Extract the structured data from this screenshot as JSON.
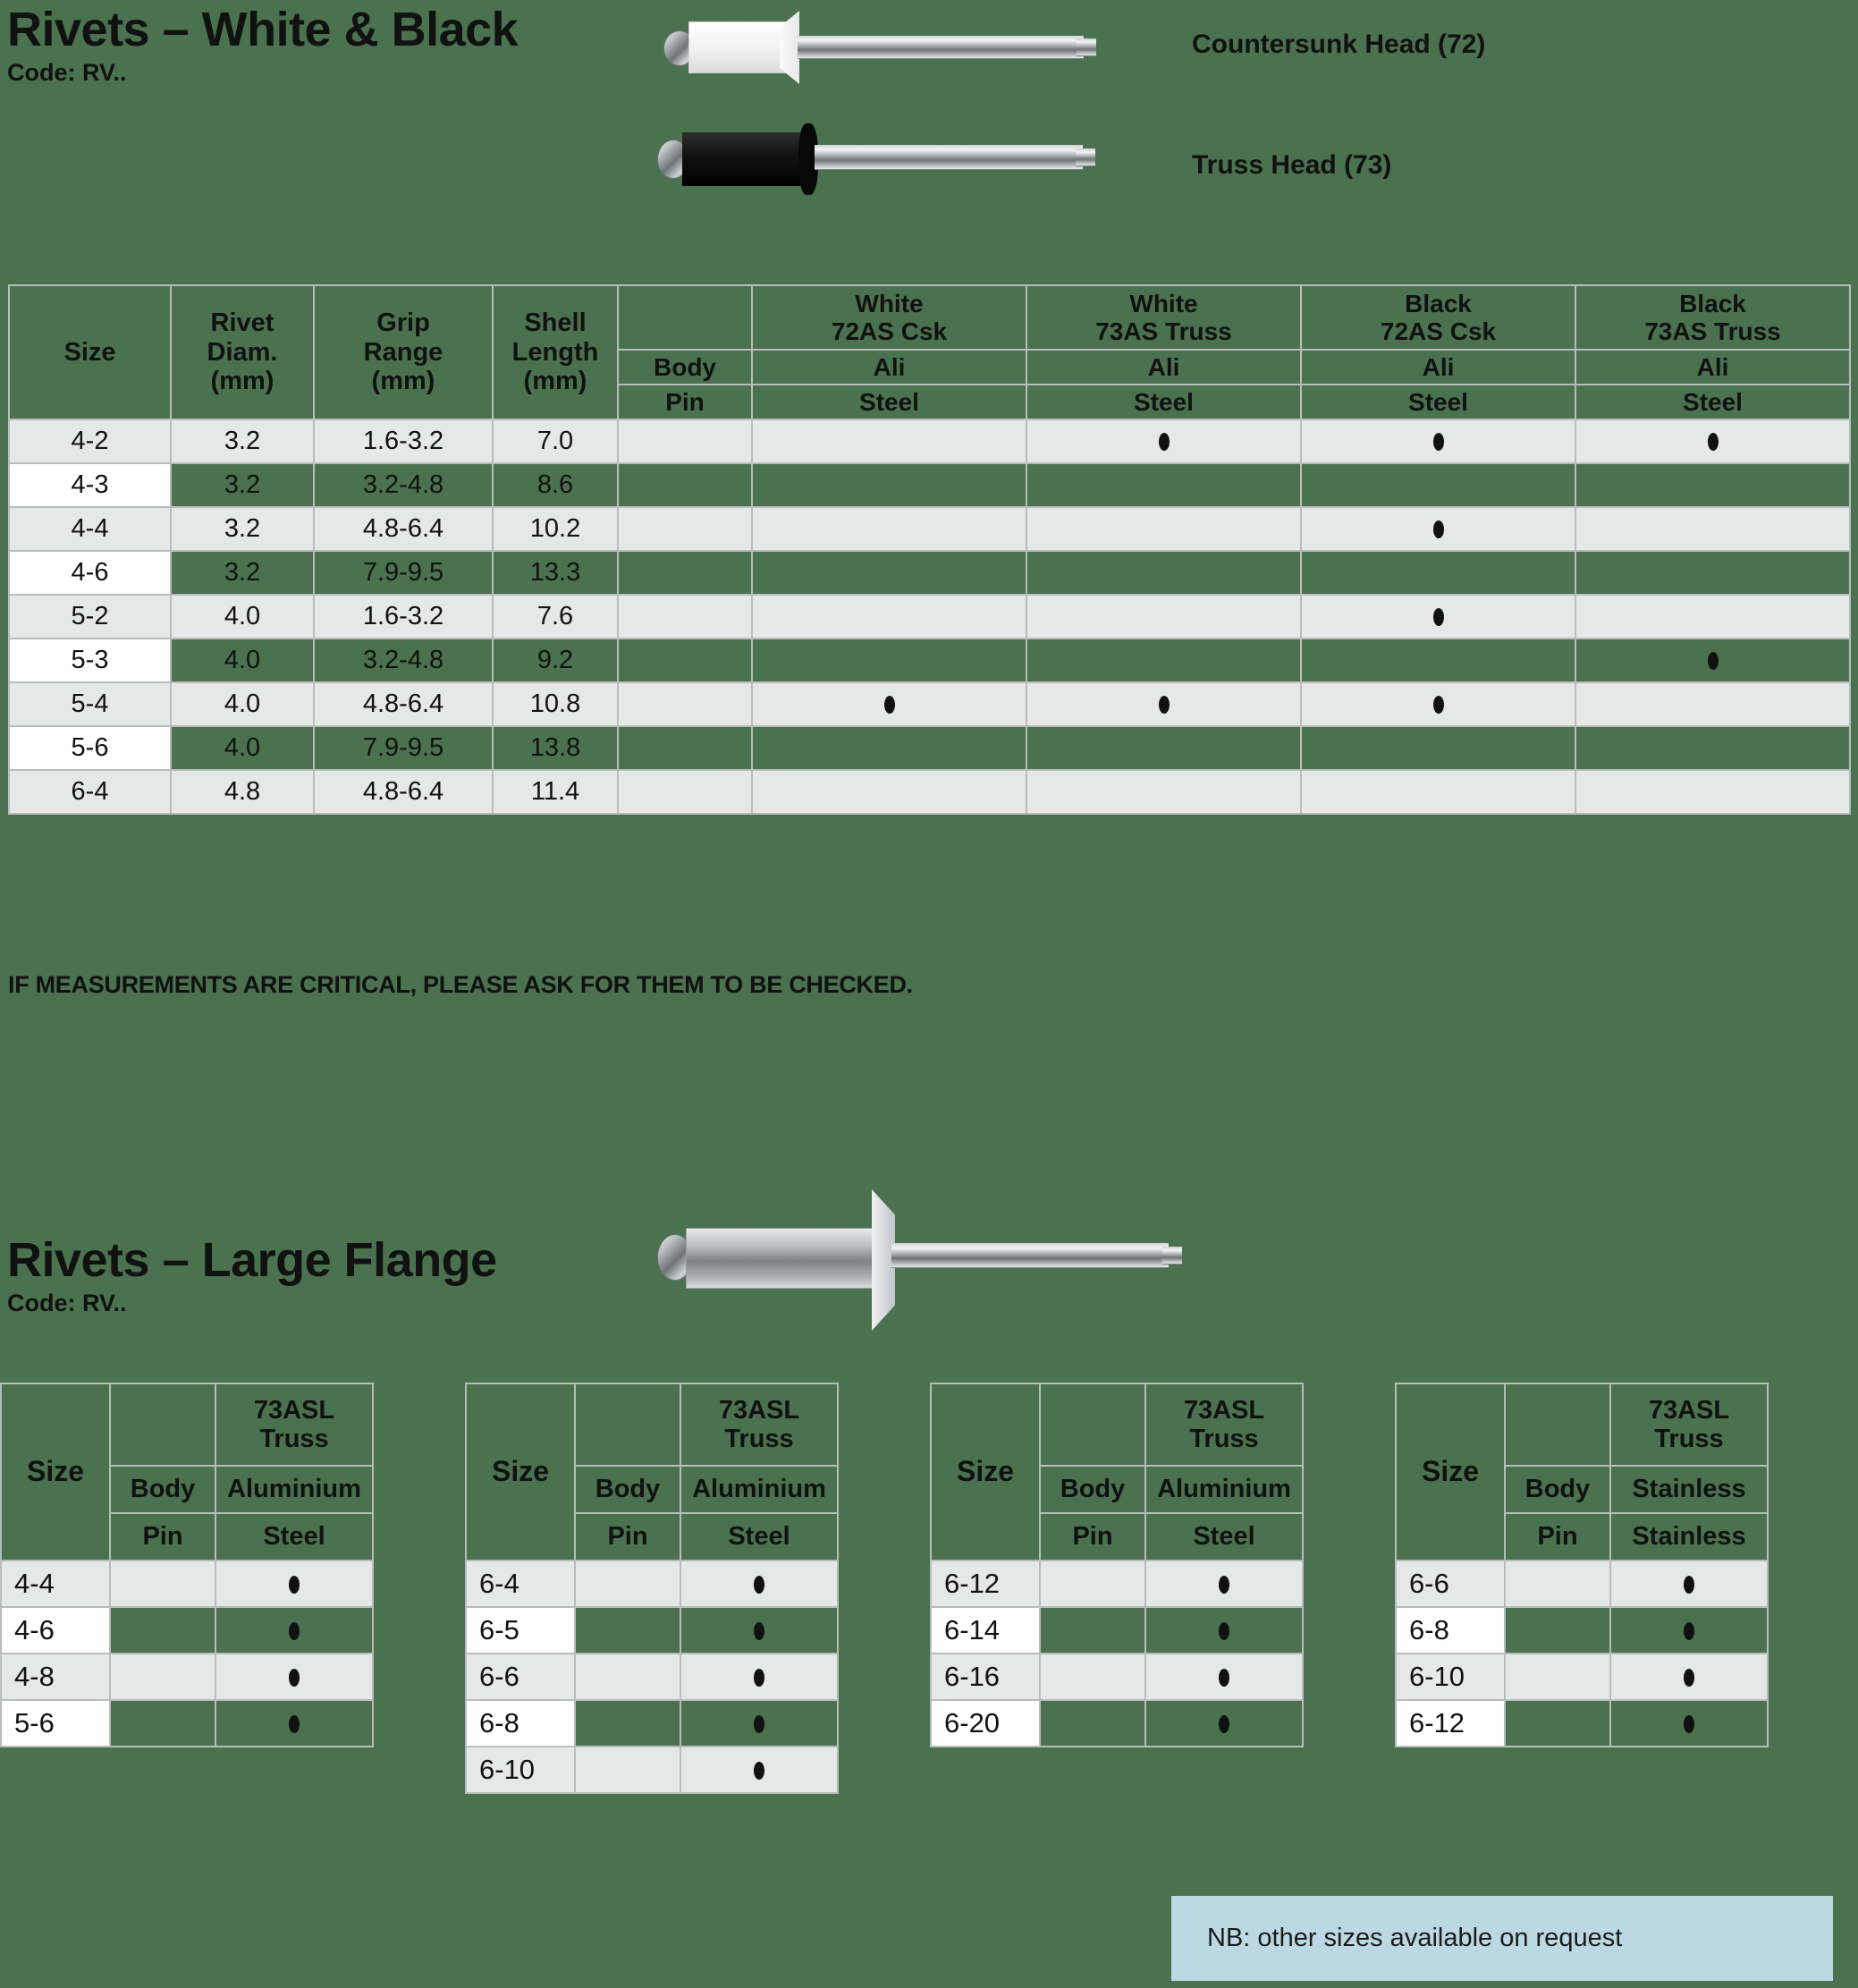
{
  "section1": {
    "title": "Rivets – White & Black",
    "code": "Code: RV..",
    "images": [
      {
        "name": "countersunk-head-rivet",
        "label": "Countersunk Head (72)"
      },
      {
        "name": "truss-head-rivet",
        "label": "Truss Head (73)"
      }
    ],
    "table": {
      "headers": {
        "size": "Size",
        "rivet_diam": "Rivet\nDiam.\n(mm)",
        "rivet_diam_lines": [
          "Rivet",
          "Diam.",
          "(mm)"
        ],
        "grip_range_lines": [
          "Grip",
          "Range",
          "(mm)"
        ],
        "shell_length_lines": [
          "Shell",
          "Length",
          "(mm)"
        ],
        "body": "Body",
        "pin": "Pin",
        "products": [
          {
            "name_lines": [
              "White",
              "72AS Csk"
            ],
            "body_mat": "Ali",
            "pin_mat": "Steel"
          },
          {
            "name_lines": [
              "White",
              "73AS Truss"
            ],
            "body_mat": "Ali",
            "pin_mat": "Steel"
          },
          {
            "name_lines": [
              "Black",
              "72AS Csk"
            ],
            "body_mat": "Ali",
            "pin_mat": "Steel"
          },
          {
            "name_lines": [
              "Black",
              "73AS Truss"
            ],
            "body_mat": "Ali",
            "pin_mat": "Steel"
          }
        ]
      },
      "rows": [
        {
          "size": "4-2",
          "diam": "3.2",
          "grip": "1.6-3.2",
          "shell": "7.0",
          "marks": [
            false,
            true,
            true,
            true
          ]
        },
        {
          "size": "4-3",
          "diam": "3.2",
          "grip": "3.2-4.8",
          "shell": "8.6",
          "marks": [
            false,
            false,
            false,
            false
          ]
        },
        {
          "size": "4-4",
          "diam": "3.2",
          "grip": "4.8-6.4",
          "shell": "10.2",
          "marks": [
            false,
            false,
            true,
            false
          ]
        },
        {
          "size": "4-6",
          "diam": "3.2",
          "grip": "7.9-9.5",
          "shell": "13.3",
          "marks": [
            false,
            false,
            false,
            false
          ]
        },
        {
          "size": "5-2",
          "diam": "4.0",
          "grip": "1.6-3.2",
          "shell": "7.6",
          "marks": [
            false,
            false,
            true,
            false
          ]
        },
        {
          "size": "5-3",
          "diam": "4.0",
          "grip": "3.2-4.8",
          "shell": "9.2",
          "marks": [
            false,
            false,
            false,
            true
          ]
        },
        {
          "size": "5-4",
          "diam": "4.0",
          "grip": "4.8-6.4",
          "shell": "10.8",
          "marks": [
            true,
            true,
            true,
            false
          ]
        },
        {
          "size": "5-6",
          "diam": "4.0",
          "grip": "7.9-9.5",
          "shell": "13.8",
          "marks": [
            false,
            false,
            false,
            false
          ]
        },
        {
          "size": "6-4",
          "diam": "4.8",
          "grip": "4.8-6.4",
          "shell": "11.4",
          "marks": [
            false,
            false,
            false,
            false
          ]
        }
      ]
    },
    "note": "IF MEASUREMENTS ARE CRITICAL, PLEASE ASK FOR THEM TO BE CHECKED."
  },
  "section2": {
    "title": "Rivets – Large Flange",
    "code": "Code: RV..",
    "image": {
      "name": "large-flange-rivet"
    },
    "tables": [
      {
        "headers": {
          "size": "Size",
          "product_lines": [
            "73ASL",
            "Truss"
          ],
          "body": "Body",
          "body_mat": "Aluminium",
          "pin": "Pin",
          "pin_mat": "Steel"
        },
        "rows": [
          {
            "size": "4-4",
            "mark": true
          },
          {
            "size": "4-6",
            "mark": true
          },
          {
            "size": "4-8",
            "mark": true
          },
          {
            "size": "5-6",
            "mark": true
          }
        ]
      },
      {
        "headers": {
          "size": "Size",
          "product_lines": [
            "73ASL",
            "Truss"
          ],
          "body": "Body",
          "body_mat": "Aluminium",
          "pin": "Pin",
          "pin_mat": "Steel"
        },
        "rows": [
          {
            "size": "6-4",
            "mark": true
          },
          {
            "size": "6-5",
            "mark": true
          },
          {
            "size": "6-6",
            "mark": true
          },
          {
            "size": "6-8",
            "mark": true
          },
          {
            "size": "6-10",
            "mark": true
          }
        ]
      },
      {
        "headers": {
          "size": "Size",
          "product_lines": [
            "73ASL",
            "Truss"
          ],
          "body": "Body",
          "body_mat": "Aluminium",
          "pin": "Pin",
          "pin_mat": "Steel"
        },
        "rows": [
          {
            "size": "6-12",
            "mark": true
          },
          {
            "size": "6-14",
            "mark": true
          },
          {
            "size": "6-16",
            "mark": true
          },
          {
            "size": "6-20",
            "mark": true
          }
        ]
      },
      {
        "headers": {
          "size": "Size",
          "product_lines": [
            "73ASL",
            "Truss"
          ],
          "body": "Body",
          "body_mat": "Stainless",
          "pin": "Pin",
          "pin_mat": "Stainless"
        },
        "rows": [
          {
            "size": "6-6",
            "mark": true
          },
          {
            "size": "6-8",
            "mark": true
          },
          {
            "size": "6-10",
            "mark": true
          },
          {
            "size": "6-12",
            "mark": true
          }
        ]
      }
    ]
  },
  "footer": {
    "nb": "NB: other sizes available on request"
  },
  "colors": {
    "background_green": "#4a724e",
    "row_light": "#e6e7e7",
    "row_white": "#ffffff",
    "border": "#b9bcbd",
    "text": "#111111",
    "nb_box": "#bcd9e3"
  }
}
